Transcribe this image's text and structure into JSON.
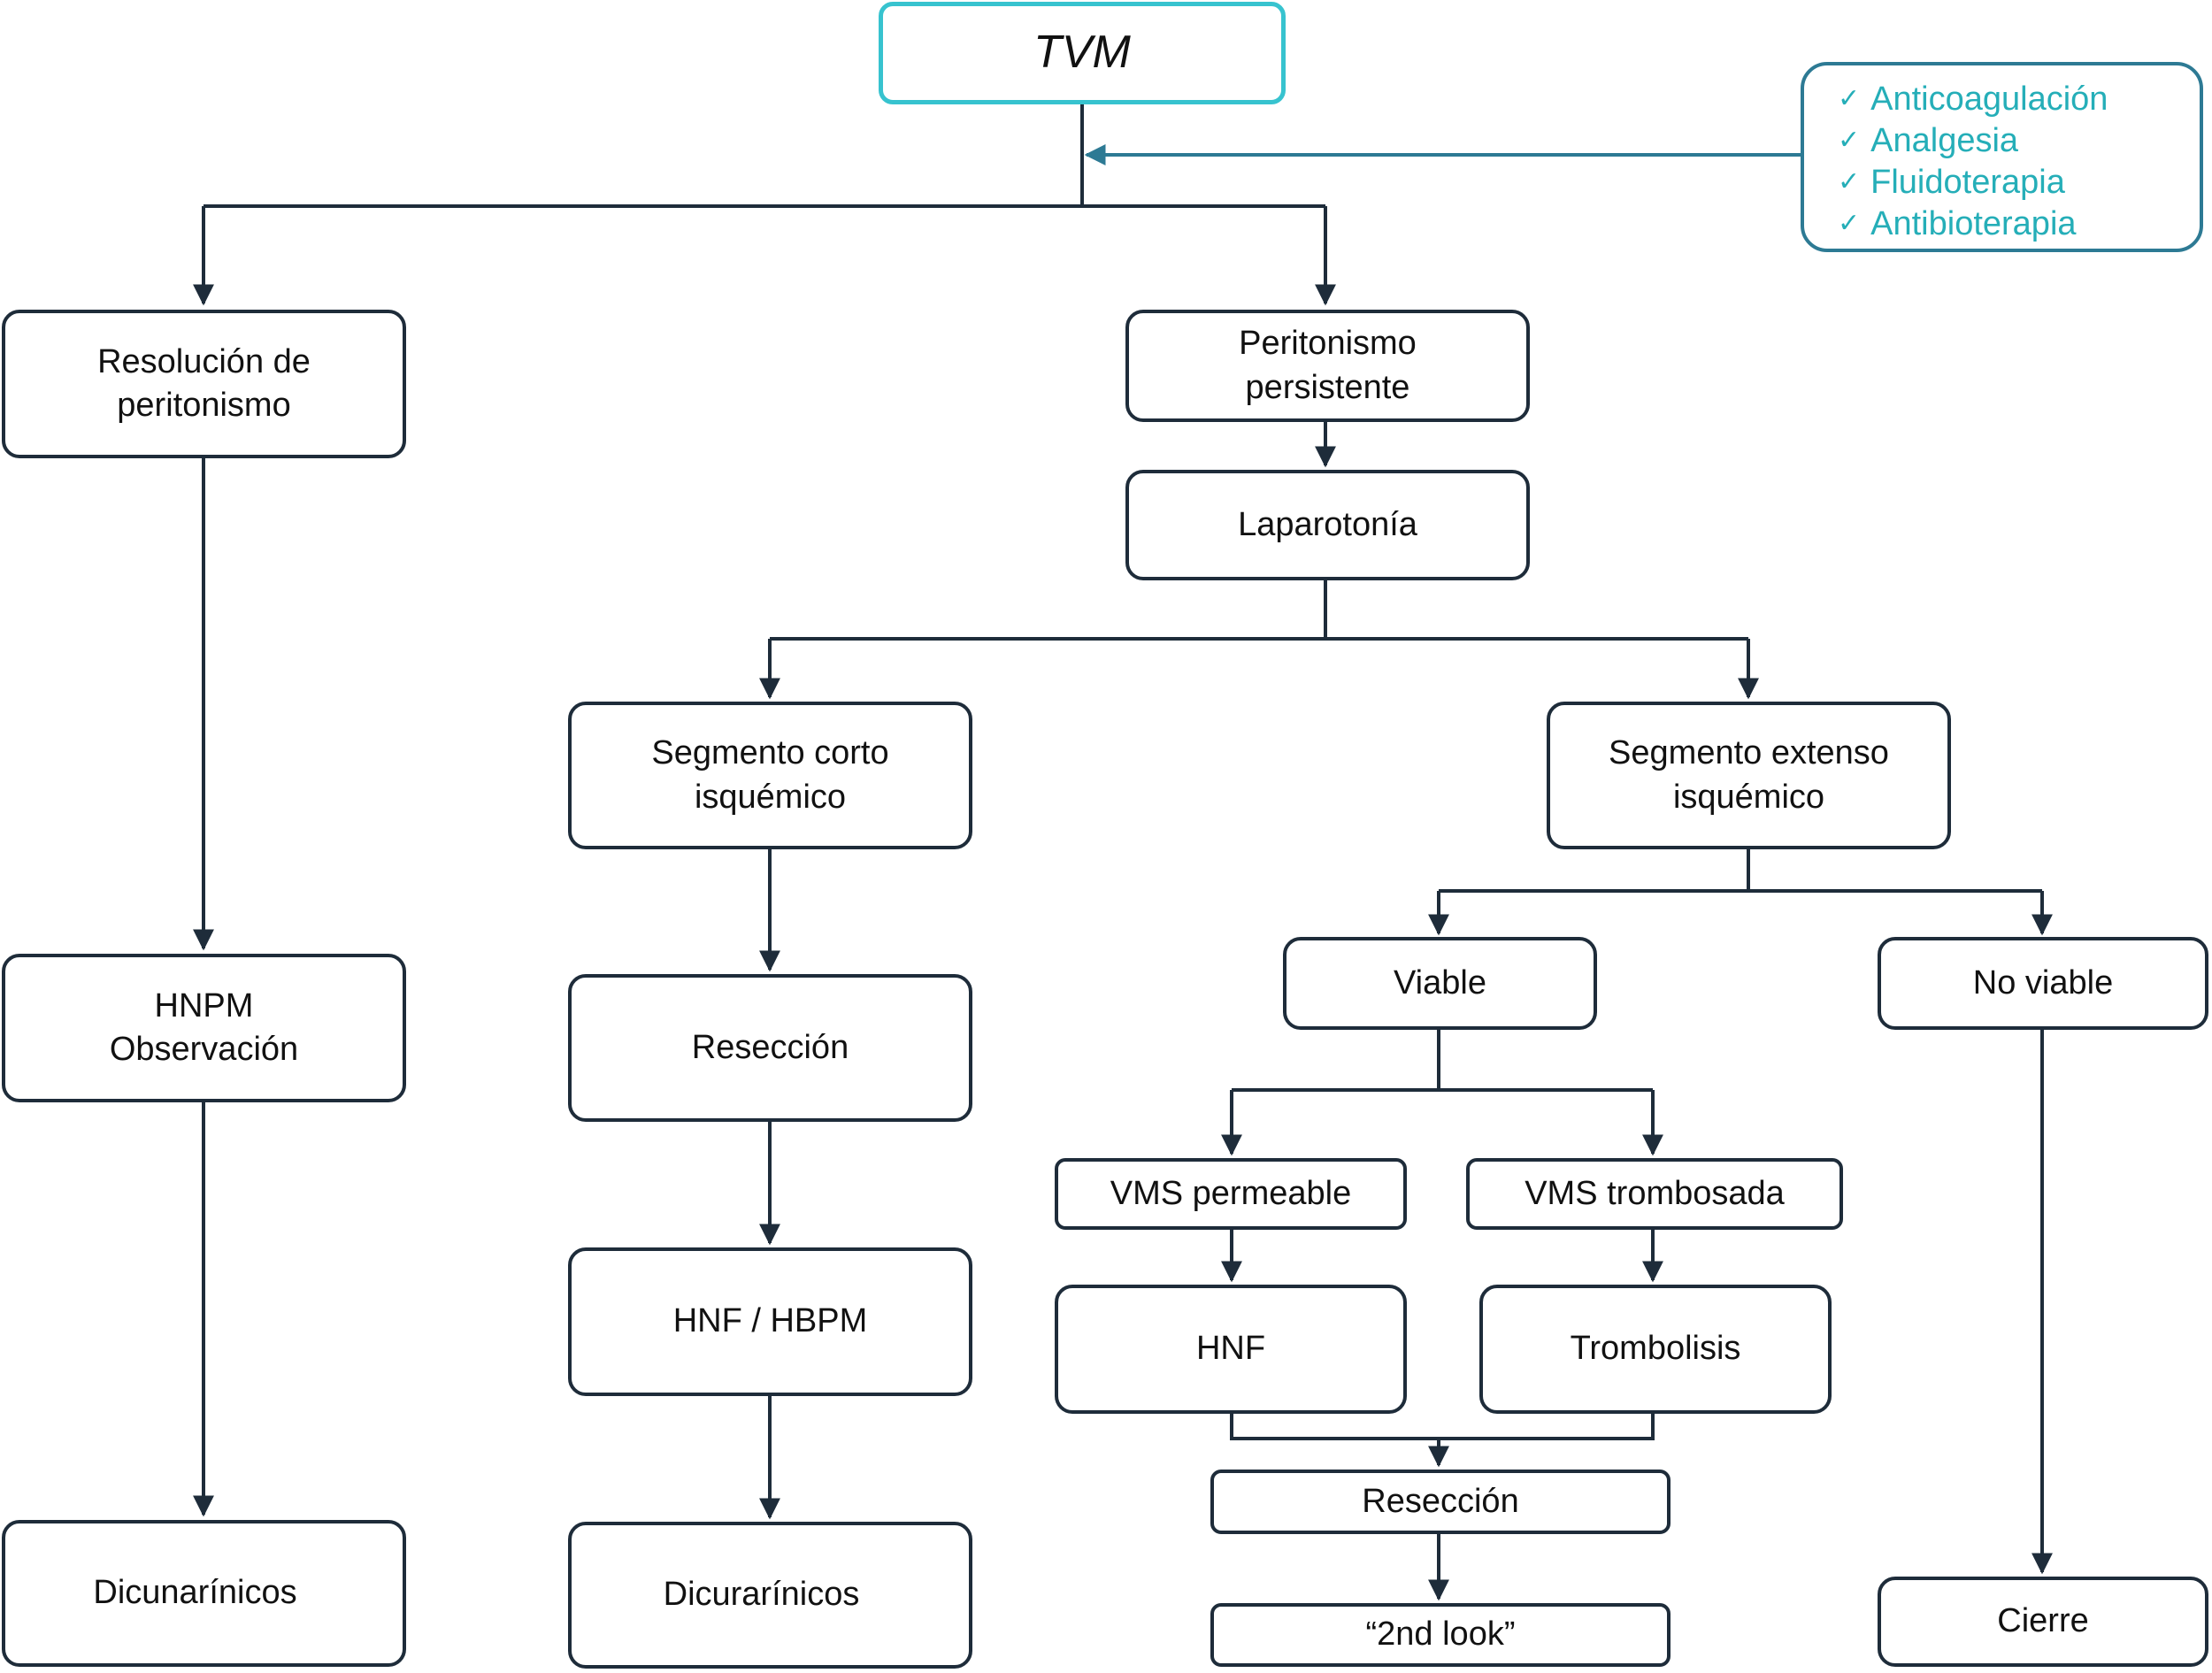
{
  "colors": {
    "line": "#1e2c3a",
    "root_border": "#37c3cf",
    "notes_border": "#2d7a94",
    "notes_text": "#25aeb8"
  },
  "root": "TVM",
  "supportive_care": {
    "check_icon": "✓",
    "items": [
      "Anticoagulación",
      "Analgesia",
      "Fluidoterapia",
      "Antibioterapia"
    ]
  },
  "left_branch": {
    "resolution": "Resolución de\nperitonismo",
    "observation": "HNPM\nObservación",
    "final": "Dicunarínicos"
  },
  "right_branch": {
    "persistent": "Peritonismo\npersistente",
    "laparotomy": "Laparotonía",
    "short_segment": {
      "title": "Segmento corto\nisquémico",
      "resection": "Resección",
      "heparin": "HNF / HBPM",
      "final": "Dicurarínicos"
    },
    "extensive_segment": {
      "title": "Segmento extenso\nisquémico",
      "viable": "Viable",
      "not_viable": "No viable",
      "vms_patent": "VMS permeable",
      "vms_thrombosed": "VMS trombosada",
      "hnf": "HNF",
      "thrombolysis": "Trombolisis",
      "resection": "Resección",
      "second_look": "“2nd look”",
      "closure": "Cierre"
    }
  }
}
